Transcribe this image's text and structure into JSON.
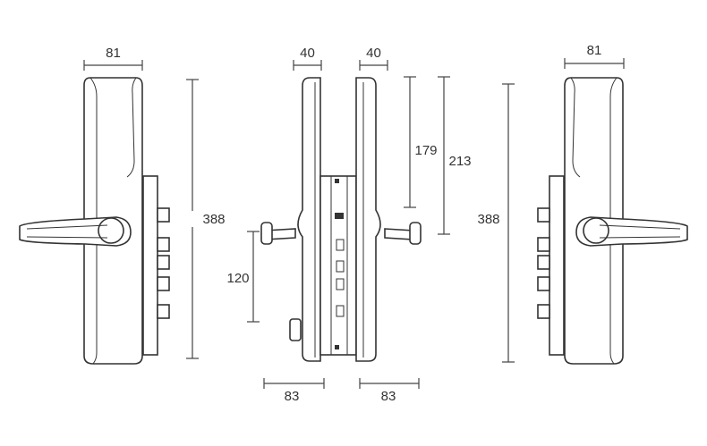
{
  "dimensions": {
    "left_width": "81",
    "left_height": "388",
    "mid_left_depth": "40",
    "mid_right_depth": "40",
    "mid_179": "179",
    "mid_213": "213",
    "mid_120": "120",
    "mid_bottom_left": "83",
    "mid_bottom_right": "83",
    "right_width": "81",
    "right_height": "388"
  }
}
